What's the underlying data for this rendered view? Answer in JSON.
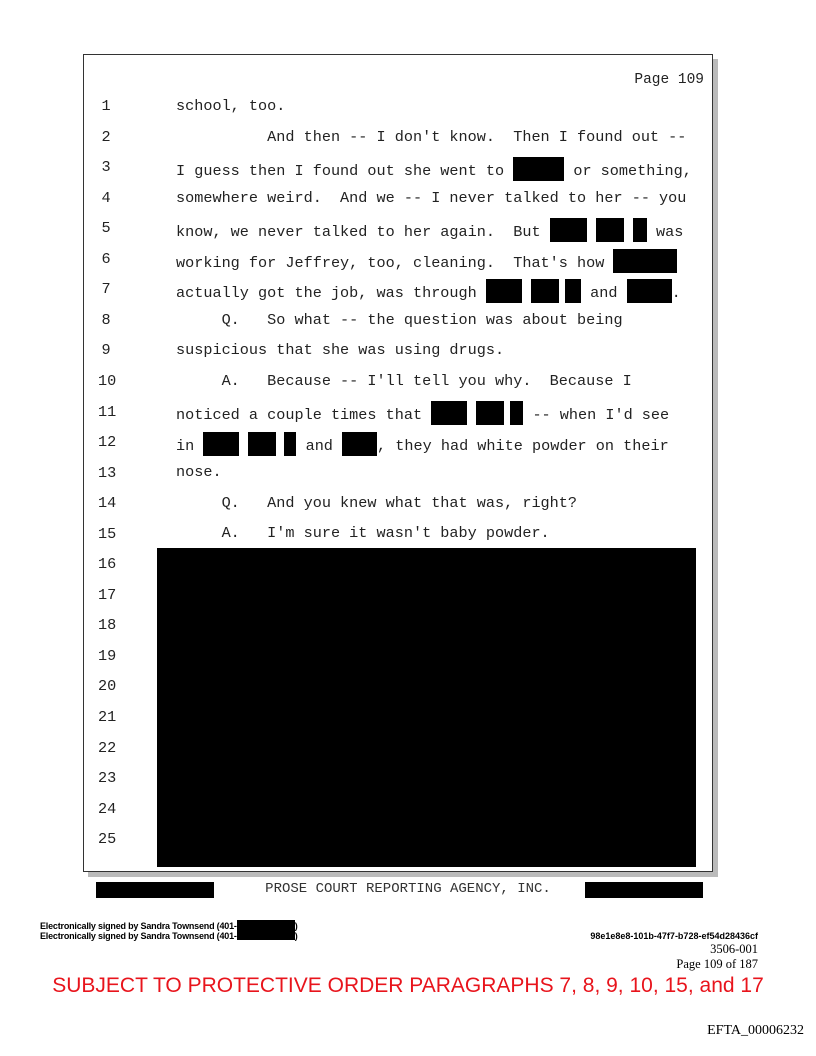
{
  "header": {
    "page_label": "Page 109"
  },
  "line_numbers": [
    "1",
    "2",
    "3",
    "4",
    "5",
    "6",
    "7",
    "8",
    "9",
    "10",
    "11",
    "12",
    "13",
    "14",
    "15",
    "16",
    "17",
    "18",
    "19",
    "20",
    "21",
    "22",
    "23",
    "24",
    "25"
  ],
  "lines": {
    "l1": "school, too.",
    "l2": "          And then -- I don't know.  Then I found out --",
    "l3a": "I guess then I found out she went to ",
    "l3b": " or something,",
    "l4": "somewhere weird.  And we -- I never talked to her -- you",
    "l5a": "know, we never talked to her again.  But ",
    "l5b": " was",
    "l6a": "working for Jeffrey, too, cleaning.  That's how ",
    "l7a": "actually got the job, was through ",
    "l7b": " and ",
    "l7c": ".",
    "l8": "     Q.   So what -- the question was about being",
    "l9": "suspicious that she was using drugs.",
    "l10": "     A.   Because -- I'll tell you why.  Because I",
    "l11a": "noticed a couple times that ",
    "l11b": " -- when I'd see",
    "l12a": "in ",
    "l12b": " and ",
    "l12c": ", they had white powder on their",
    "l13": "nose.",
    "l14": "     Q.   And you knew what that was, right?",
    "l15": "     A.   I'm sure it wasn't baby powder."
  },
  "footer": {
    "agency": "PROSE COURT REPORTING AGENCY, INC.",
    "sig1": "Electronically signed by Sandra Townsend (401-",
    "sig2": "Electronically signed by Sandra Townsend (401-",
    "sig_close": ")",
    "hash": "98e1e8e8-101b-47f7-b728-ef54d28436cf",
    "doc_id": "3506-001",
    "page_of": "Page 109 of 187",
    "protective": "SUBJECT TO PROTECTIVE ORDER PARAGRAPHS 7, 8, 9, 10, 15, and 17",
    "bates": "EFTA_00006232"
  },
  "colors": {
    "protective": "#e8141c",
    "redaction": "#000000"
  }
}
